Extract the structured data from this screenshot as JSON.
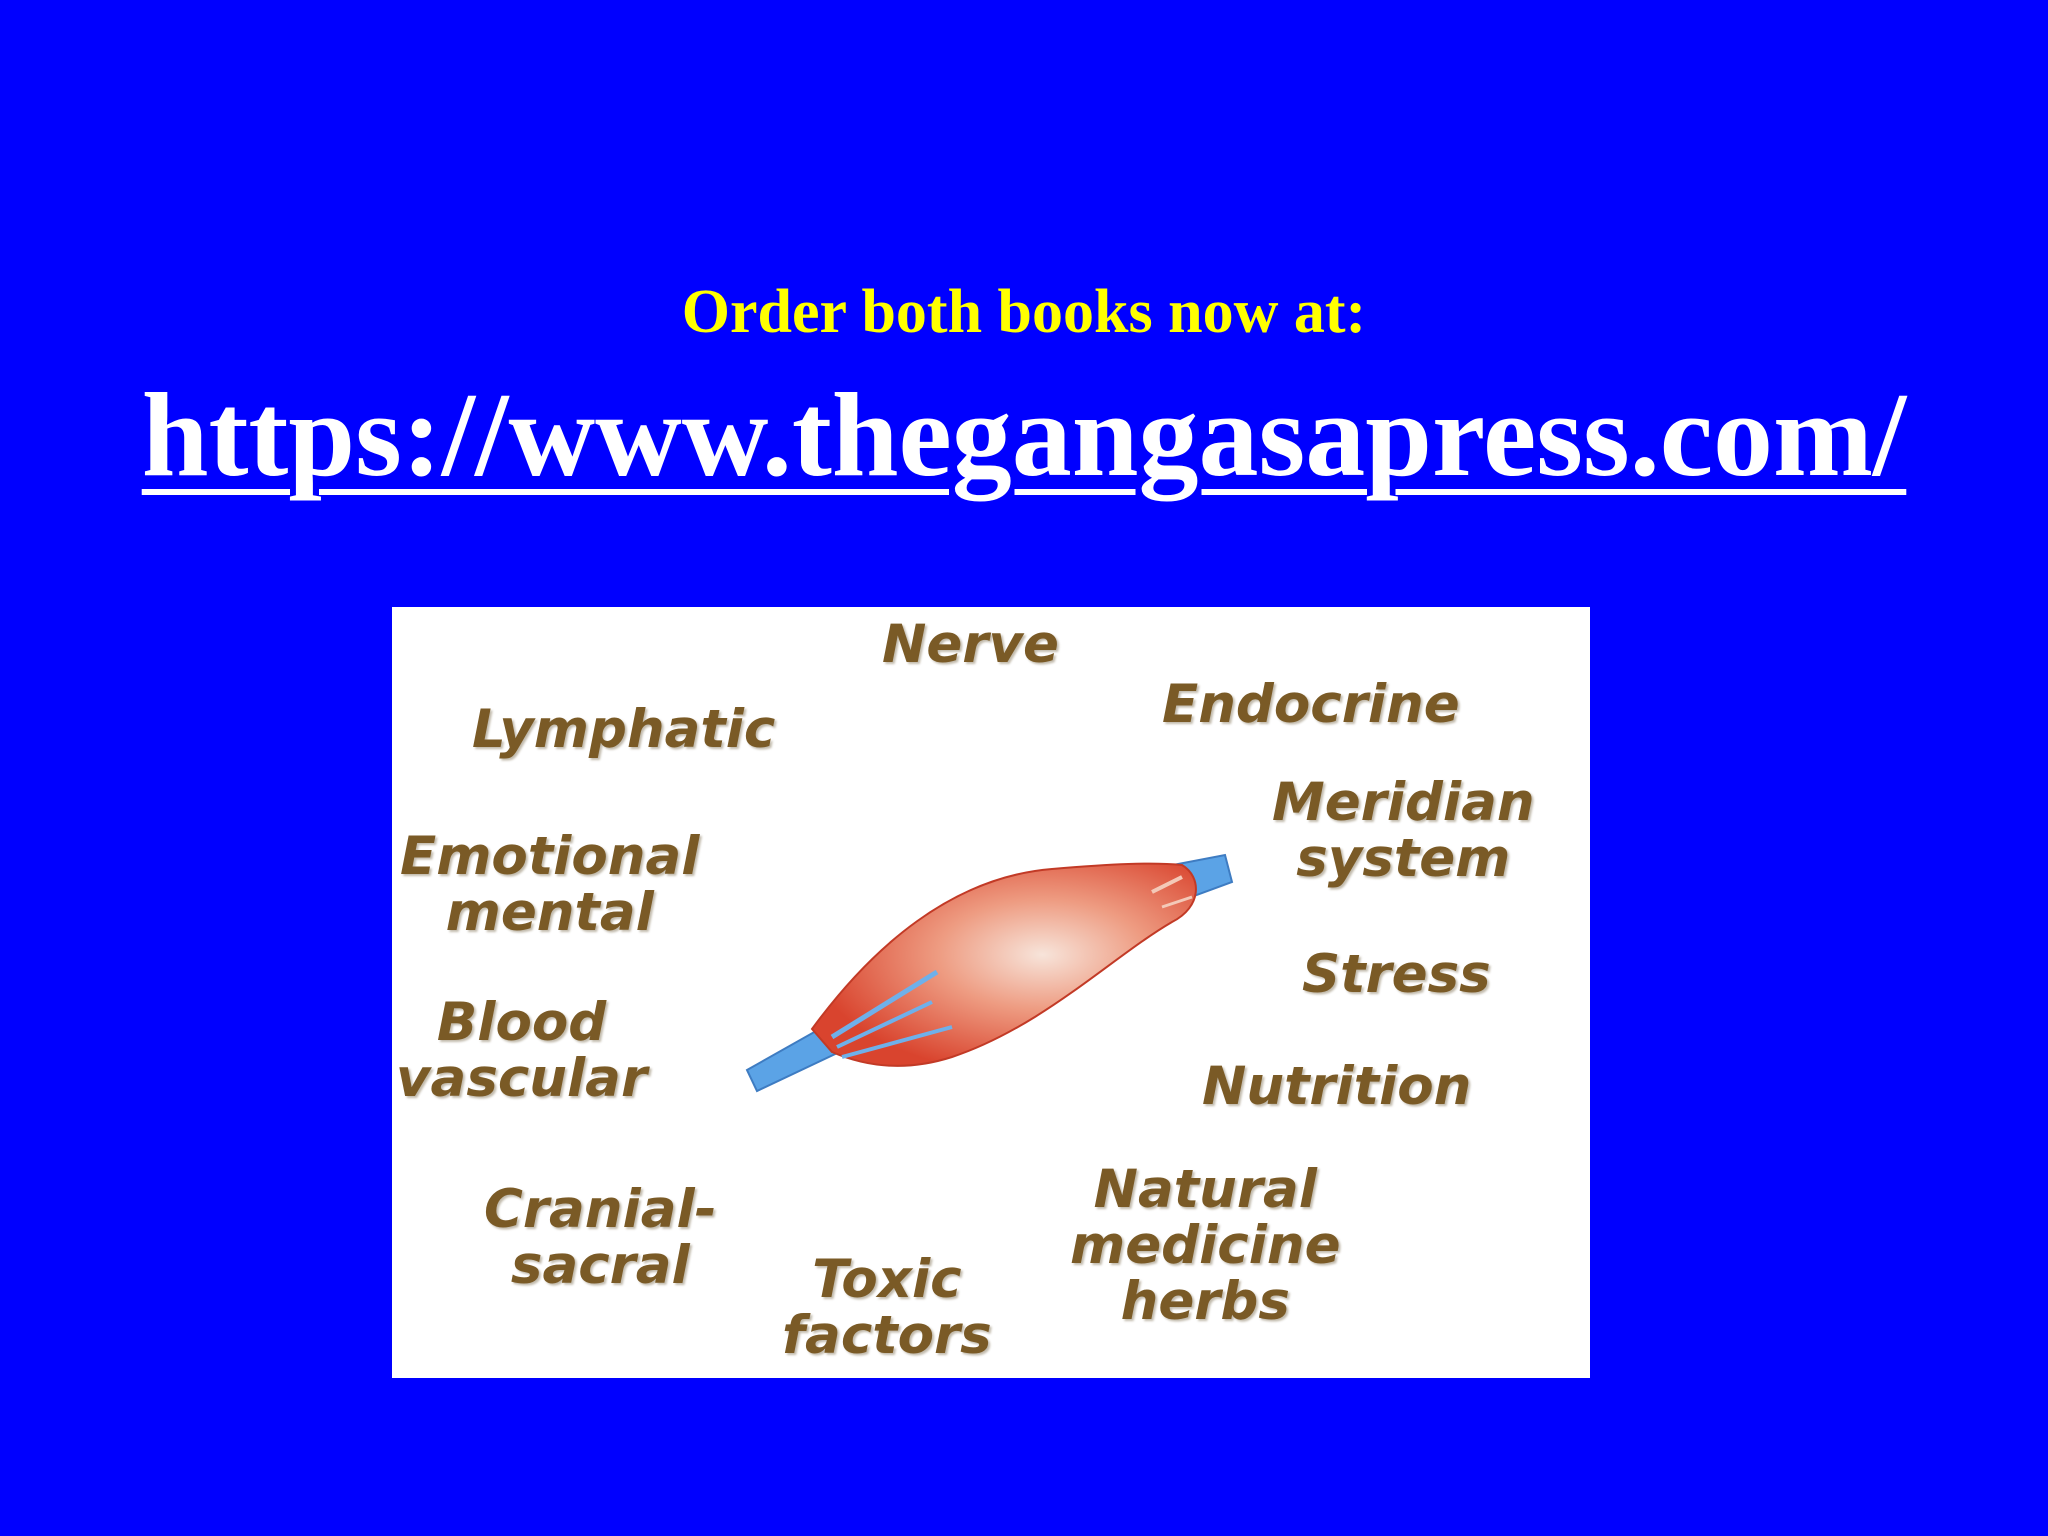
{
  "slide": {
    "heading": "Order both books now at:",
    "url": "https://www.thegangasapress.com/",
    "colors": {
      "background": "#0000FF",
      "heading": "#FFFF00",
      "url": "#FFFFFF",
      "label": "#7A5A26"
    }
  },
  "diagram": {
    "center_image": "muscle-illustration",
    "labels": {
      "nerve": "Nerve",
      "endocrine": "Endocrine",
      "lymphatic": "Lymphatic",
      "meridian": "Meridian\nsystem",
      "emotional": "Emotional\nmental",
      "stress": "Stress",
      "blood": "Blood\nvascular",
      "nutrition": "Nutrition",
      "cranial": "Cranial-\nsacral",
      "natural": "Natural\nmedicine\nherbs",
      "toxic": "Toxic\nfactors"
    }
  }
}
